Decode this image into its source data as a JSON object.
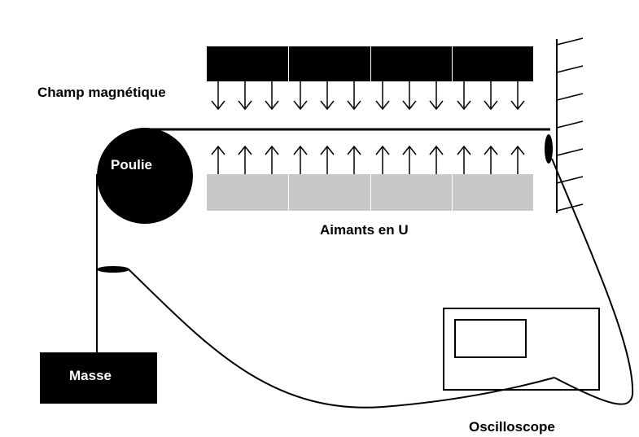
{
  "labels": {
    "magnetic_field": "Champ magnétique",
    "pulley": "Poulie",
    "u_magnets": "Aimants en U",
    "mass": "Masse",
    "oscilloscope": "Oscilloscope"
  },
  "colors": {
    "ink": "#000000",
    "magnet_bottom": "#c8c8c8",
    "background": "#ffffff"
  },
  "magnets": {
    "top_segments": 4,
    "bottom_segments": 4,
    "arrows_per_segment": 3,
    "top_arrow_direction": "down",
    "bottom_arrow_direction": "up"
  },
  "wall_hatch_count": 7
}
